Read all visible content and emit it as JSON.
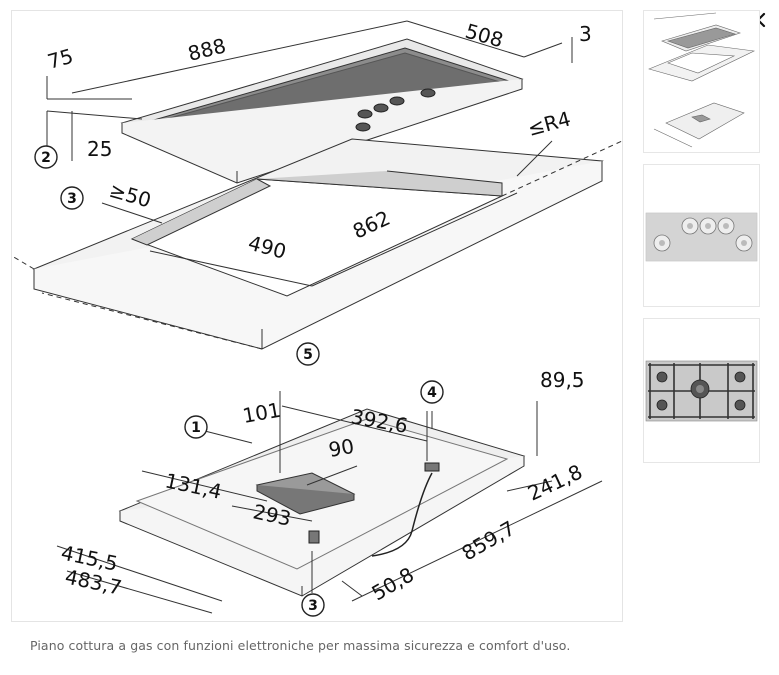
{
  "close_button": {
    "label": "×",
    "icon": "close-icon"
  },
  "main_image": {
    "dimensions_top": {
      "width_total": "888",
      "depth_total": "508",
      "thickness": "3",
      "offset_top": "75",
      "offset_side": "25",
      "cutout_radius": "≤R4",
      "min_edge": "≥50",
      "cutout_depth": "490",
      "cutout_width": "862"
    },
    "dimensions_bottom": {
      "d_101": "101",
      "d_392_6": "392,6",
      "d_89_5": "89,5",
      "d_90": "90",
      "d_131_4": "131,4",
      "d_293": "293",
      "d_241_8": "241,8",
      "d_415_5": "415,5",
      "d_483_7": "483,7",
      "d_859_7": "859,7",
      "d_50_8": "50,8"
    },
    "callouts": [
      "1",
      "2",
      "3",
      "3",
      "4",
      "5"
    ]
  },
  "thumbnails": [
    {
      "name": "thumbnail-dimensions",
      "icon": "dimension-drawing"
    },
    {
      "name": "thumbnail-hob-front",
      "icon": "hob-knobs"
    },
    {
      "name": "thumbnail-hob-top",
      "icon": "hob-burners"
    }
  ],
  "caption": "Piano cottura a gas con funzioni elettroniche per massima sicurezza e comfort d'uso."
}
